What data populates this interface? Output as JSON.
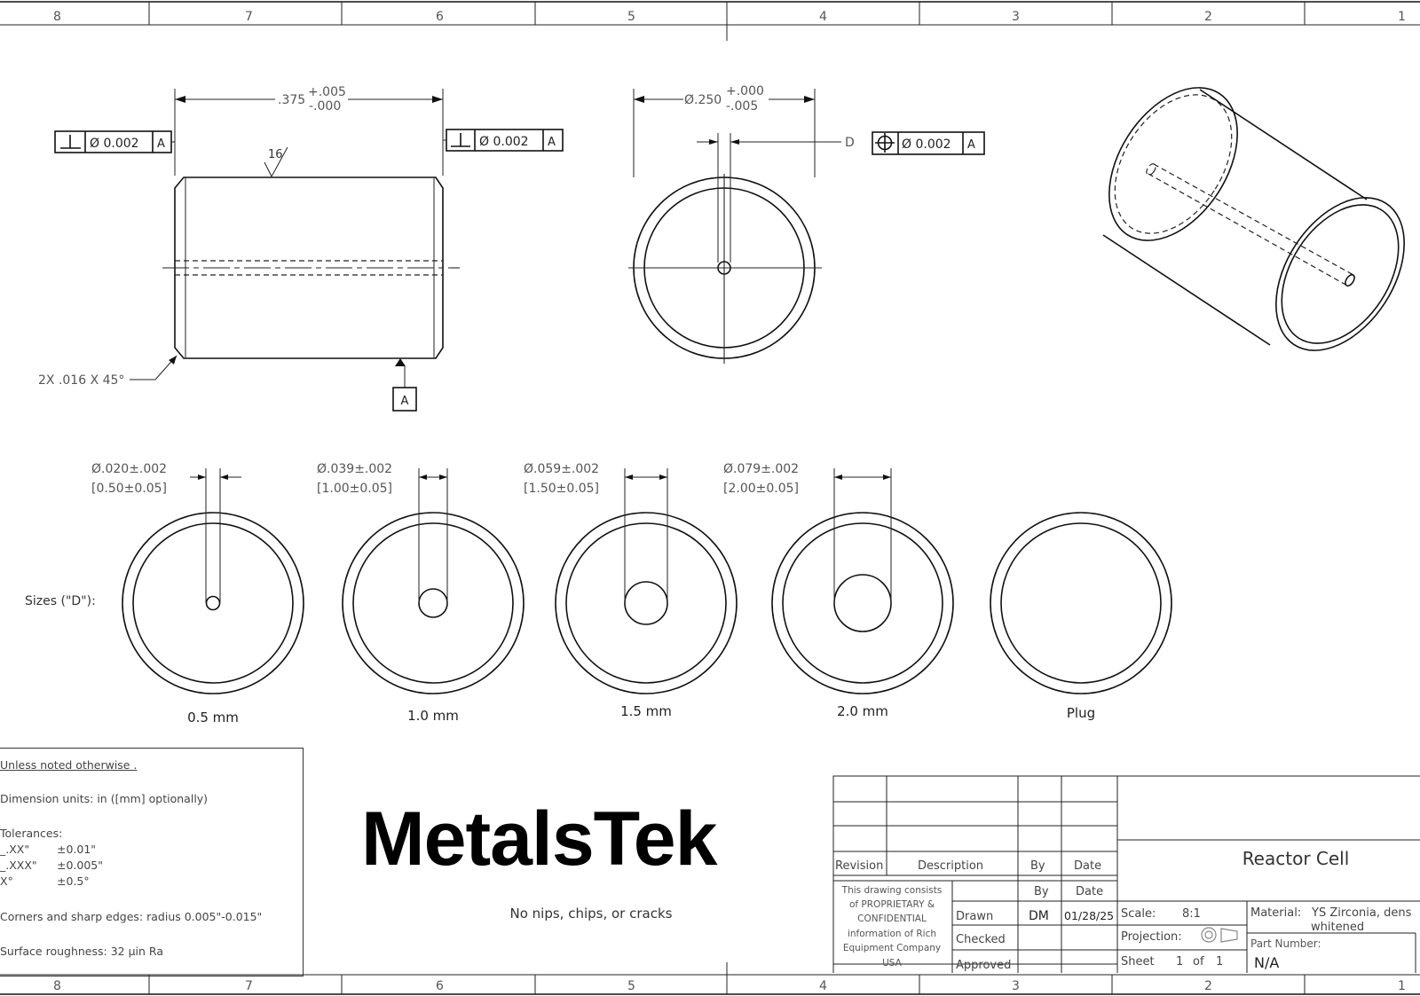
{
  "frame": {
    "zones_top": [
      "8",
      "7",
      "6",
      "5",
      "4",
      "3",
      "2",
      "1"
    ],
    "zones_bottom": [
      "8",
      "7",
      "6",
      "5",
      "4",
      "3",
      "2",
      "1"
    ]
  },
  "side_view": {
    "length_dim": ".375",
    "length_tol_plus": "+.005",
    "length_tol_minus": "-.000",
    "fcf_left": {
      "symbol": "⊥",
      "tol": "Ø 0.002",
      "datum": "A"
    },
    "fcf_right": {
      "symbol": "⊥",
      "tol": "Ø 0.002",
      "datum": "A"
    },
    "surface_finish": "16",
    "chamfer_note": "2X .016 X 45°",
    "datum_label": "A"
  },
  "end_view": {
    "dia_dim": "Ø.250",
    "dia_tol_plus": "+.000",
    "dia_tol_minus": "-.005",
    "hole_label": "D",
    "fcf": {
      "symbol": "⊕",
      "tol": "Ø 0.002",
      "datum": "A"
    }
  },
  "sizes": {
    "label": "Sizes (\"D\"):",
    "items": [
      {
        "dim": "Ø.020±.002",
        "metric": "[0.50±0.05]",
        "caption": "0.5 mm"
      },
      {
        "dim": "Ø.039±.002",
        "metric": "[1.00±0.05]",
        "caption": "1.0 mm"
      },
      {
        "dim": "Ø.059±.002",
        "metric": "[1.50±0.05]",
        "caption": "1.5 mm"
      },
      {
        "dim": "Ø.079±.002",
        "metric": "[2.00±0.05]",
        "caption": "2.0 mm"
      },
      {
        "dim": "",
        "metric": "",
        "caption": "Plug"
      }
    ]
  },
  "notes": {
    "heading": "Unless noted otherwise .",
    "units": "Dimension units: in ([mm] optionally)",
    "tolerances_heading": "Tolerances:",
    "tol_rows": [
      {
        "k": "_.XX\"",
        "v": "±0.01\""
      },
      {
        "k": "_.XXX\"",
        "v": "±0.005\""
      },
      {
        "k": "X°",
        "v": "±0.5°"
      }
    ],
    "corners": "Corners and sharp edges: radius 0.005\"-0.015\"",
    "roughness": "Surface roughness: 32 µin Ra"
  },
  "brand": {
    "name": "MetalsTek",
    "note": "No nips, chips, or cracks"
  },
  "title_block": {
    "rev_headers": {
      "revision": "Revision",
      "description": "Description",
      "by": "By",
      "date": "Date"
    },
    "by_hdr": "By",
    "date_hdr": "Date",
    "proprietary": [
      "This drawing consists",
      "of PROPRIETARY &",
      "CONFIDENTIAL",
      "information of Rich",
      "Equipment Company",
      "USA"
    ],
    "drawn_label": "Drawn",
    "drawn_by": "DM",
    "drawn_date": "01/28/25",
    "checked_label": "Checked",
    "approved_label": "Approved",
    "title": "Reactor Cell",
    "scale_label": "Scale:",
    "scale_value": "8:1",
    "projection_label": "Projection:",
    "sheet_label": "Sheet",
    "sheet_num": "1",
    "sheet_of": "of",
    "sheet_total": "1",
    "material_label": "Material:",
    "material_value": "YS Zirconia, dens",
    "material_value2": "whitened",
    "part_label": "Part Number:",
    "part_value": "N/A"
  }
}
